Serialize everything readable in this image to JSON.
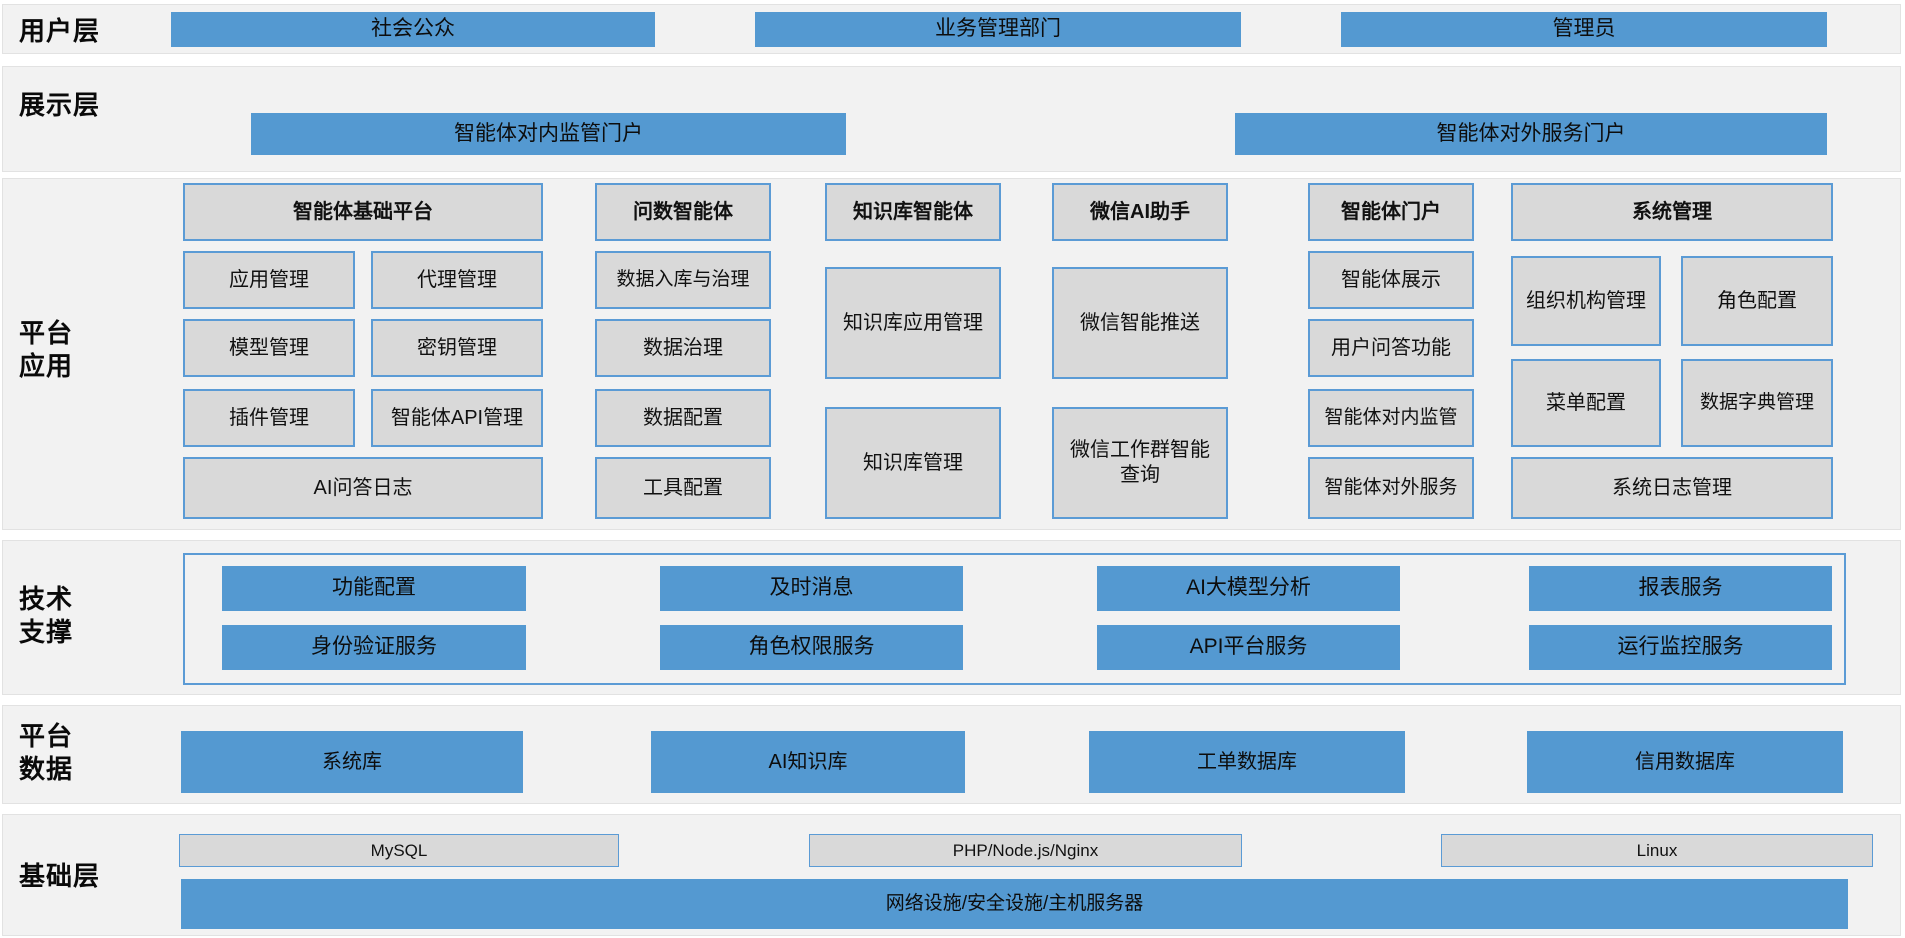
{
  "colors": {
    "accent_blue": "#5499D1",
    "box_gray": "#D9D9D9",
    "border_blue": "#5B9BD5",
    "band_background": "#F2F2F2"
  },
  "layers": {
    "user": {
      "label": "用户层",
      "items": [
        "社会公众",
        "业务管理部门",
        "管理员"
      ]
    },
    "display": {
      "label": "展示层",
      "items": [
        "智能体对内监管门户",
        "智能体对外服务门户"
      ]
    },
    "platform": {
      "label_line1": "平台",
      "label_line2": "应用",
      "columns": [
        {
          "header": "智能体基础平台",
          "cells": [
            "应用管理",
            "代理管理",
            "模型管理",
            "密钥管理",
            "插件管理",
            "智能体API管理"
          ],
          "footer": "AI问答日志"
        },
        {
          "header": "问数智能体",
          "cells": [
            "数据入库与治理",
            "数据治理",
            "数据配置",
            "工具配置"
          ]
        },
        {
          "header": "知识库智能体",
          "cells": [
            "知识库应用管理",
            "知识库管理"
          ]
        },
        {
          "header": "微信AI助手",
          "cells": [
            "微信智能推送",
            "微信工作群智能查询"
          ]
        },
        {
          "header": "智能体门户",
          "cells": [
            "智能体展示",
            "用户问答功能",
            "智能体对内监管",
            "智能体对外服务"
          ]
        },
        {
          "header": "系统管理",
          "cells": [
            "组织机构管理",
            "角色配置",
            "菜单配置",
            "数据字典管理"
          ],
          "footer": "系统日志管理"
        }
      ]
    },
    "tech": {
      "label_line1": "技术",
      "label_line2": "支撑",
      "row1": [
        "功能配置",
        "及时消息",
        "AI大模型分析",
        "报表服务"
      ],
      "row2": [
        "身份验证服务",
        "角色权限服务",
        "API平台服务",
        "运行监控服务"
      ]
    },
    "data": {
      "label_line1": "平台",
      "label_line2": "数据",
      "items": [
        "系统库",
        "AI知识库",
        "工单数据库",
        "信用数据库"
      ]
    },
    "base": {
      "label": "基础层",
      "tech_items": [
        "MySQL",
        "PHP/Node.js/Nginx",
        "Linux"
      ],
      "infra": "网络设施/安全设施/主机服务器"
    }
  }
}
